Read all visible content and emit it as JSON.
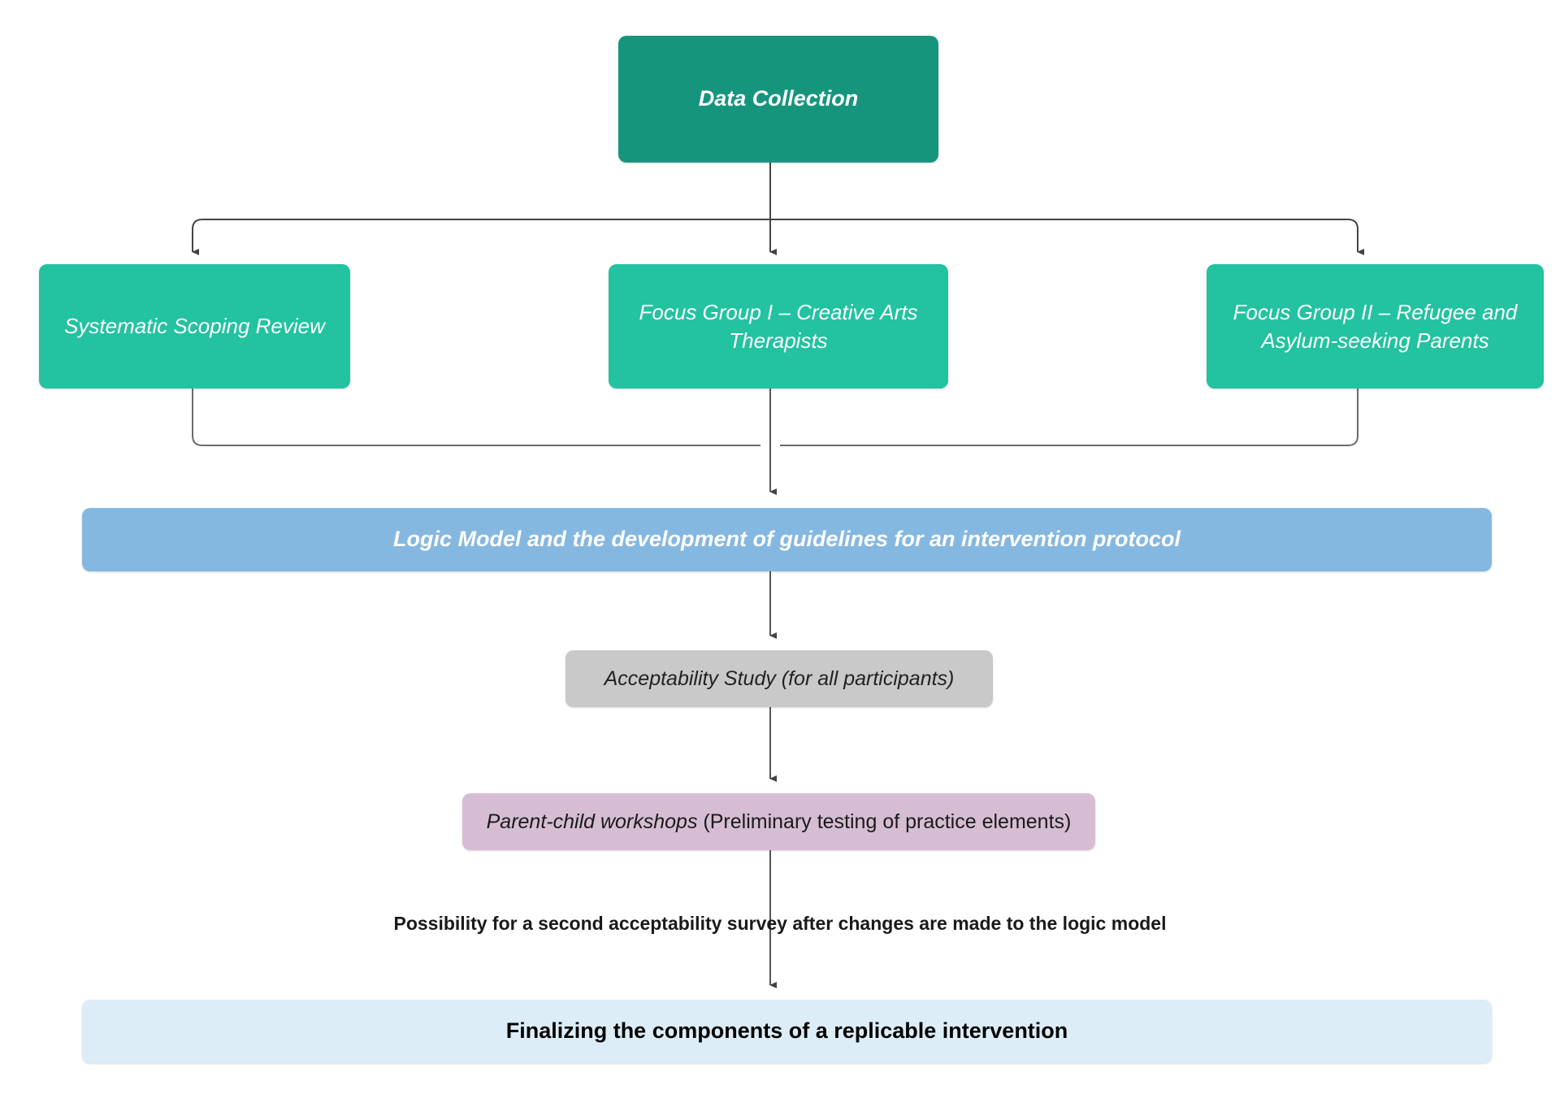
{
  "diagram": {
    "title": "Study design flowchart",
    "colors": {
      "dark_teal": "#16957D",
      "green": "#23C2A0",
      "blue": "#85B8E0",
      "gray": "#C9C9C9",
      "purple": "#D6BDD4",
      "light_blue": "#DDEDF8",
      "connector": "#555555",
      "background": "#FFFFFF"
    },
    "nodes": {
      "data_collection": "Data Collection",
      "scoping_review": "Systematic Scoping Review",
      "focus_group_1": "Focus Group I – Creative Arts Therapists",
      "focus_group_2": "Focus Group II – Refugee and Asylum-seeking Parents",
      "logic_model": "Logic Model and the development of guidelines for an intervention protocol",
      "acceptability_study": "Acceptability Study (for all participants)",
      "workshops_emphasis": "Parent-child workshops",
      "workshops_rest": " (Preliminary testing of practice elements)",
      "possibility_note": "Possibility for a second acceptability survey after changes are made to the logic model",
      "finalizing": "Finalizing the components of a replicable intervention"
    },
    "edges": [
      {
        "from": "data_collection",
        "to": "scoping_review"
      },
      {
        "from": "data_collection",
        "to": "focus_group_1"
      },
      {
        "from": "data_collection",
        "to": "focus_group_2"
      },
      {
        "from": "scoping_review",
        "to": "logic_model"
      },
      {
        "from": "focus_group_1",
        "to": "logic_model"
      },
      {
        "from": "focus_group_2",
        "to": "logic_model"
      },
      {
        "from": "logic_model",
        "to": "acceptability_study"
      },
      {
        "from": "acceptability_study",
        "to": "workshops"
      },
      {
        "from": "workshops",
        "to": "possibility_note"
      },
      {
        "from": "possibility_note",
        "to": "finalizing"
      }
    ]
  }
}
